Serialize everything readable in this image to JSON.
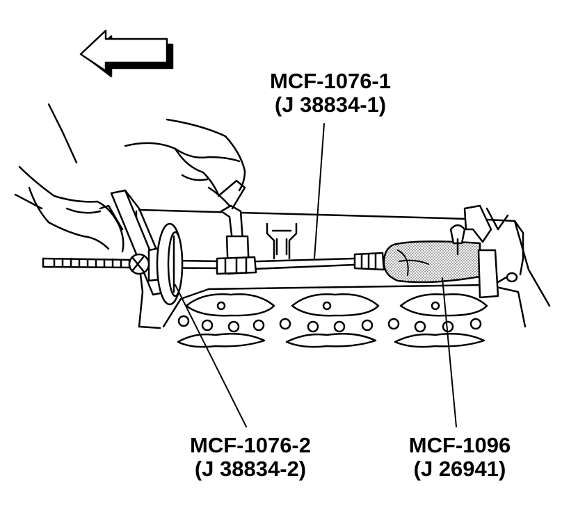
{
  "labels": {
    "tool_1": {
      "line1": "MCF-1076-1",
      "line2": "(J 38834-1)"
    },
    "tool_2": {
      "line1": "MCF-1076-2",
      "line2": "(J 38834-2)"
    },
    "tool_3": {
      "line1": "MCF-1096",
      "line2": "(J 26941)"
    }
  },
  "icons": {
    "direction_arrow": "left-arrow-icon"
  },
  "colors": {
    "ink": "#000000",
    "paper": "#ffffff",
    "stipple": "#9a9a9a"
  }
}
